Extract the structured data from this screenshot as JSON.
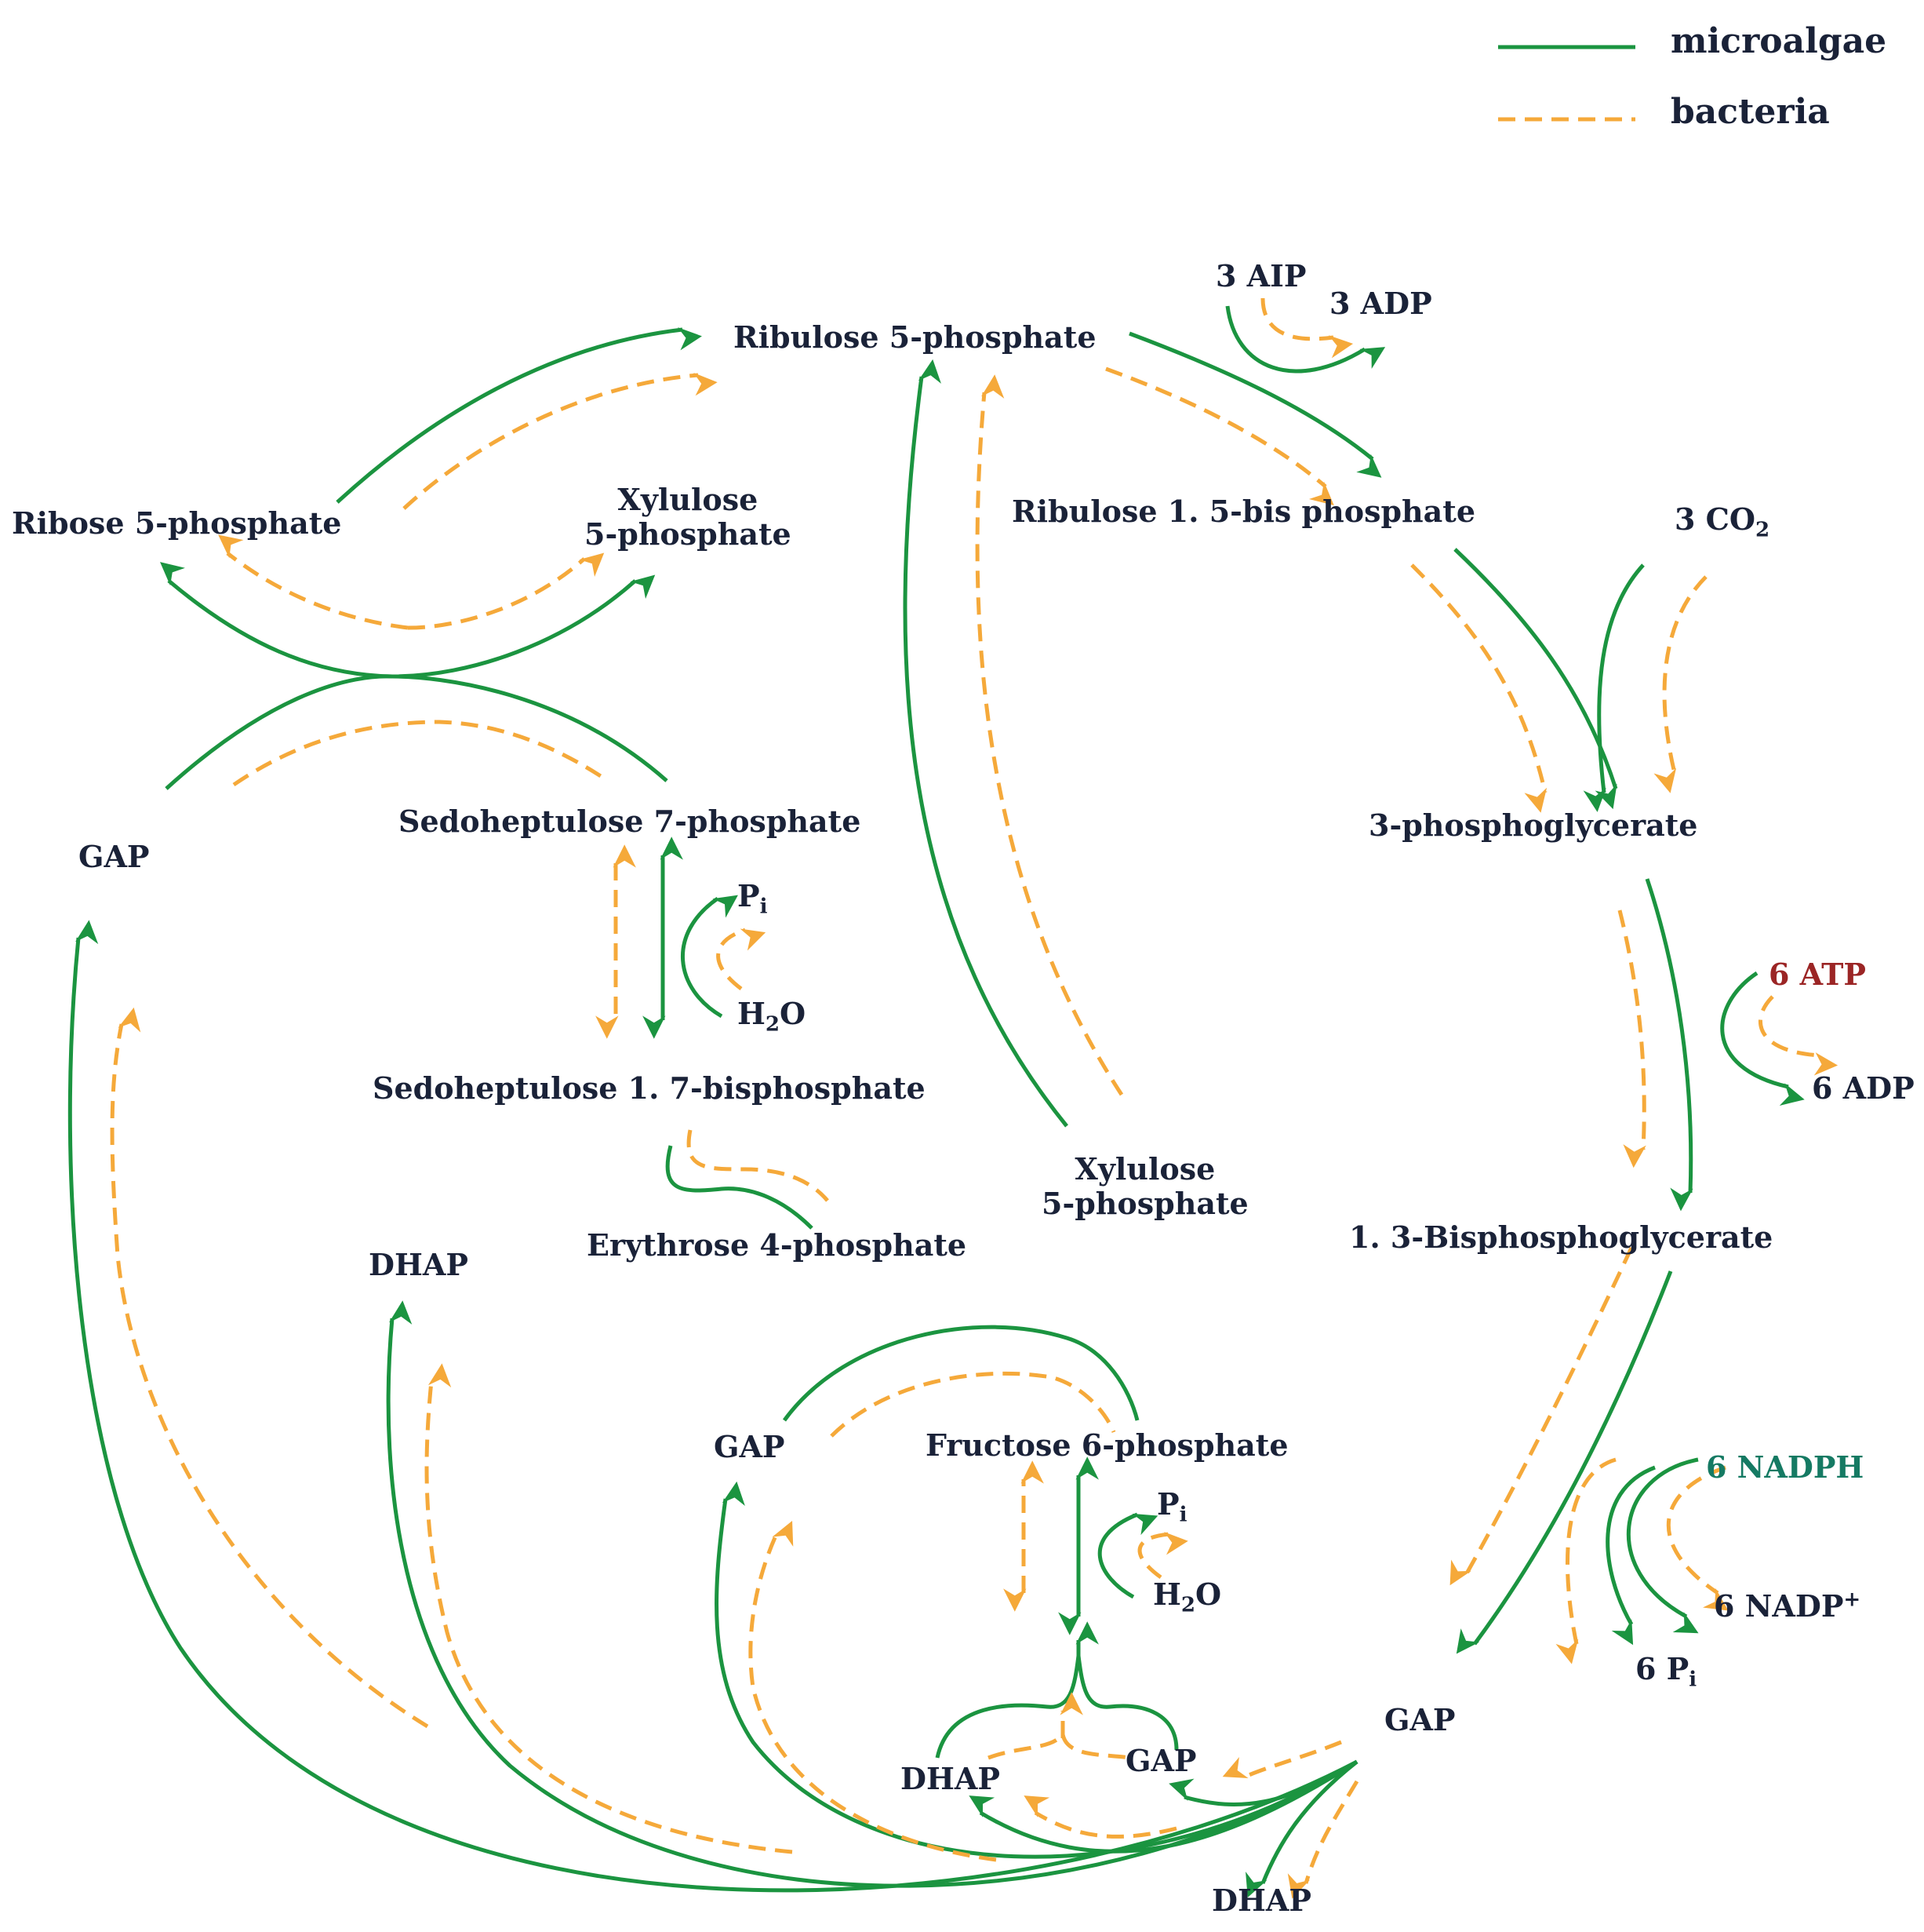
{
  "legend": {
    "microalgae": {
      "label": "microalgae",
      "color": "#1b9440",
      "style": "solid"
    },
    "bacteria": {
      "label": "bacteria",
      "color": "#f5a93a",
      "style": "dashed"
    }
  },
  "metabolites": {
    "ribulose_5_phosphate": "Ribulose 5-phosphate",
    "ribose_5_phosphate": "Ribose 5-phosphate",
    "xylulose_5_phosphate_top_1": "Xylulose",
    "xylulose_5_phosphate_top_2": "5-phosphate",
    "ribulose_1_5_bisphosphate": "Ribulose 1.  5-bis phosphate",
    "co2_main": "3 CO",
    "co2_sub": "2",
    "phosphoglycerate_3": "3-phosphoglycerate",
    "atp_3": "3 AIP",
    "adp_3": "3 ADP",
    "atp_6": "6 ATP",
    "adp_6": "6 ADP",
    "bisphosphoglycerate_1_3": "1. 3-Bisphosphoglycerate",
    "nadph_6": "6 NADPH",
    "nadp_6_main": "6 NADP",
    "nadp_6_sup": "+",
    "pi_6_main": "6 P",
    "pi_6_sub": "i",
    "gap_right": "GAP",
    "gap_left": "GAP",
    "sedoheptulose_7_phosphate": "Sedoheptulose 7-phosphate",
    "pi_top_main": "P",
    "pi_top_sub": "i",
    "h2o_top_main": "H",
    "h2o_top_sub": "2",
    "h2o_top_end": "O",
    "sedoheptulose_1_7_bisphosphate": "Sedoheptulose  1. 7-bisphosphate",
    "erythrose_4_phosphate": "Erythrose 4-phosphate",
    "xylulose_5_phosphate_mid_1": "Xylulose",
    "xylulose_5_phosphate_mid_2": "5-phosphate",
    "dhap_left": "DHAP",
    "gap_bottom_mid": "GAP",
    "fructose_6_phosphate": "Fructose 6-phosphate",
    "pi_bottom_main": "P",
    "pi_bottom_sub": "i",
    "h2o_bottom_main": "H",
    "h2o_bottom_sub": "2",
    "h2o_bottom_end": "O",
    "dhap_bottom_left": "DHAP",
    "gap_bottom_inner": "GAP",
    "dhap_bottom": "DHAP"
  }
}
